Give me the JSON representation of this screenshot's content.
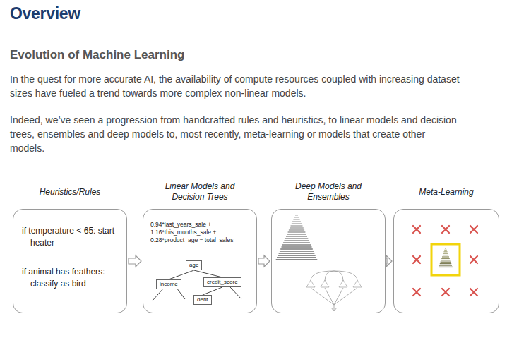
{
  "diagram": {
    "title": "Overview",
    "nodes": [
      {
        "text": [
          "Heuristics/Rules",
          "if temperature < 65: start heater",
          "if animal has feathers: classify as bird"
        ]
      },
      {
        "text": [
          "Linear Models and Decision Trees",
          "0.94*last_years_sale + 1.16*this_months_sale + 0.28*product_age = total_sales"
        ]
      },
      {
        "text": [
          "age"
        ],
        "in": 1
      },
      {
        "text": [
          "income"
        ],
        "in": 1
      },
      {
        "text": [
          "credit_score"
        ],
        "in": 1
      },
      {
        "text": [
          "debt"
        ],
        "in": 1
      },
      {
        "text": [
          "Deep Models and Ensembles"
        ]
      },
      {
        "text": [
          "Meta-Learning"
        ]
      }
    ],
    "edges": [
      {
        "from": 0,
        "to": 1,
        "arrow": "to"
      },
      {
        "from": 1,
        "to": 6,
        "arrow": "to"
      },
      {
        "from": 6,
        "to": 7,
        "arrow": "to"
      },
      {
        "from": 2,
        "to": 3,
        "arrow": "none"
      },
      {
        "from": 2,
        "to": 4,
        "arrow": "none"
      },
      {
        "from": 4,
        "to": 5,
        "arrow": "none"
      }
    ],
    "labels": [
      "Evolution of Machine Learning",
      "In the quest for more accurate AI, the availability of compute resources coupled with increasing dataset sizes have fueled a trend towards more complex non-linear models.",
      "Indeed, we’ve seen a progression from handcrafted rules and heuristics, to linear models and decision trees, ensembles and deep models to, most recently, meta-learning or models that create other models."
    ]
  }
}
